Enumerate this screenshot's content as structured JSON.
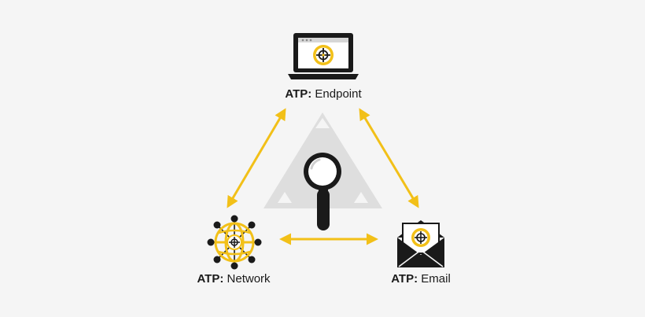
{
  "nodes": {
    "endpoint": {
      "prefix": "ATP:",
      "name": "Endpoint",
      "icon": "laptop-icon"
    },
    "network": {
      "prefix": "ATP:",
      "name": "Network",
      "icon": "globe-network-icon"
    },
    "email": {
      "prefix": "ATP:",
      "name": "Email",
      "icon": "envelope-icon"
    }
  },
  "center": {
    "icon": "magnifying-glass-icon",
    "backdrop": "triangle-icon"
  },
  "colors": {
    "accent": "#f2c018",
    "dark": "#1a1a1a",
    "triangle": "#dedede",
    "background": "#f5f5f5"
  }
}
